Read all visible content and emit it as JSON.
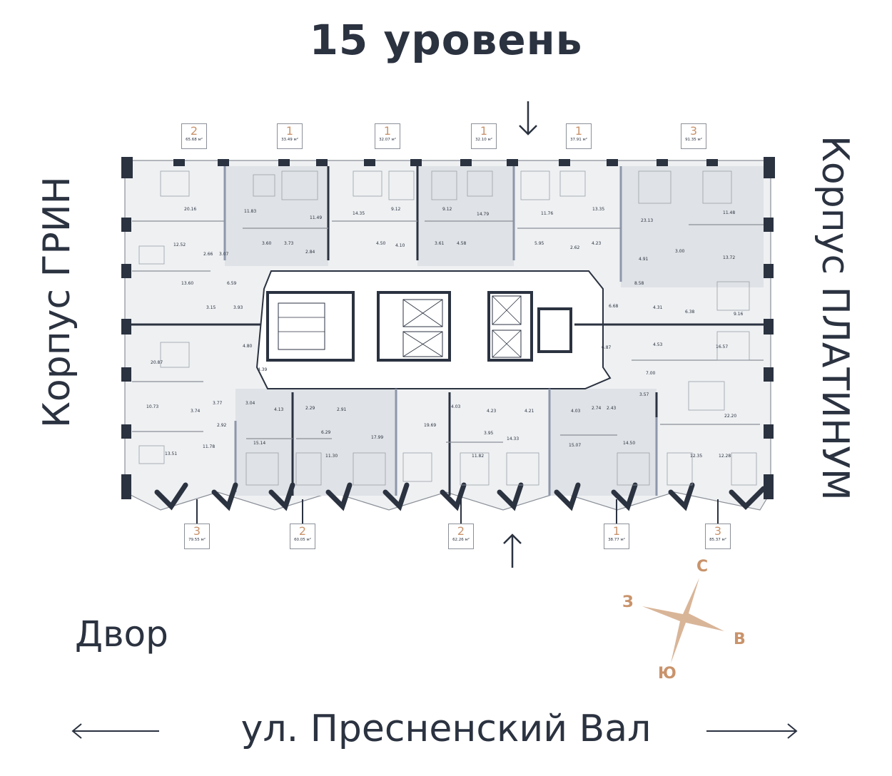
{
  "title": "15 уровень",
  "left_building": "Корпус ГРИН",
  "right_building": "Корпус ПЛАТИНУМ",
  "yard": "Двор",
  "street": "ул. Пресненский Вал",
  "colors": {
    "accent": "#c9936b",
    "dark": "#2b3240",
    "plan_fill": "#e8eaec",
    "plan_fill_dark": "#d9dce0",
    "wall": "#2b3240",
    "highlight_wall": "#8d97ab"
  },
  "compass": {
    "north": "С",
    "west": "З",
    "east": "В",
    "south": "Ю"
  },
  "top_units": [
    {
      "rooms": "2",
      "area": "65.68 м²"
    },
    {
      "rooms": "1",
      "area": "33.49 м²"
    },
    {
      "rooms": "1",
      "area": "32.07 м²"
    },
    {
      "rooms": "1",
      "area": "32.10 м²"
    },
    {
      "rooms": "1",
      "area": "37.91 м²"
    },
    {
      "rooms": "3",
      "area": "91.35 м²"
    }
  ],
  "bottom_units": [
    {
      "rooms": "3",
      "area": "79.55 м²"
    },
    {
      "rooms": "2",
      "area": "60.05 м²"
    },
    {
      "rooms": "2",
      "area": "62.26 м²"
    },
    {
      "rooms": "1",
      "area": "38.77 м²"
    },
    {
      "rooms": "3",
      "area": "85.37 м²"
    }
  ],
  "room_areas": [
    "20.16",
    "11.83",
    "11.49",
    "14.35",
    "9.12",
    "9.12",
    "14.79",
    "11.76",
    "13.35",
    "23.13",
    "11.48",
    "12.52",
    "2.66",
    "3.07",
    "3.60",
    "3.73",
    "2.84",
    "4.50",
    "4.10",
    "3.61",
    "4.58",
    "5.95",
    "2.62",
    "4.23",
    "4.91",
    "3.00",
    "13.72",
    "13.60",
    "6.59",
    "3.15",
    "3.93",
    "8.58",
    "6.68",
    "4.31",
    "6.38",
    "9.16",
    "20.87",
    "4.80",
    "4.39",
    "6.87",
    "4.53",
    "16.57",
    "7.00",
    "10.73",
    "3.74",
    "3.77",
    "3.04",
    "2.92",
    "4.13",
    "2.29",
    "2.91",
    "4.03",
    "4.23",
    "4.21",
    "4.03",
    "2.74",
    "2.43",
    "3.57",
    "22.20",
    "11.78",
    "13.51",
    "15.14",
    "6.29",
    "17.99",
    "19.69",
    "3.95",
    "11.30",
    "11.82",
    "14.33",
    "15.07",
    "14.50",
    "12.35",
    "12.28"
  ]
}
